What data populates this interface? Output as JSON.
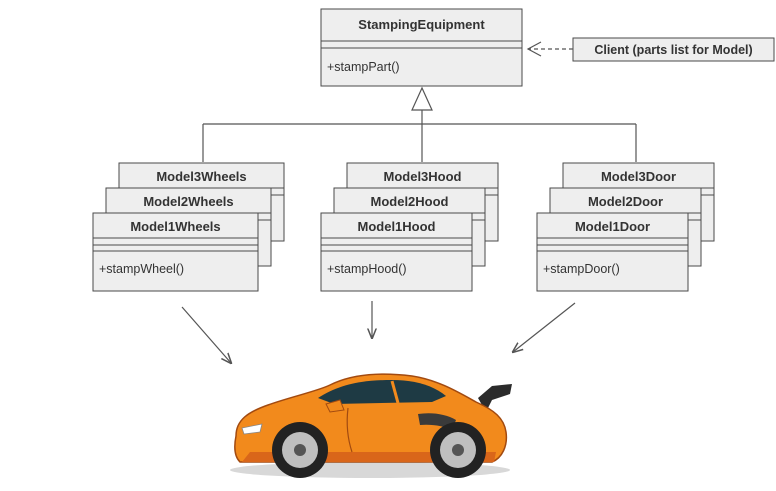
{
  "colors": {
    "box_fill": "#eeeeee",
    "box_stroke": "#4a4a4a",
    "text": "#333333",
    "car_body": "#f28a1c",
    "car_body_dark": "#d9661a",
    "window": "#1e3a44"
  },
  "base_class": {
    "name": "StampingEquipment",
    "operation": "+stampPart()"
  },
  "client": {
    "label": "Client (parts list for Model)"
  },
  "families": [
    {
      "key": "wheels",
      "classes": [
        "Model3Wheels",
        "Model2Wheels",
        "Model1Wheels"
      ],
      "operation": "+stampWheel()"
    },
    {
      "key": "hood",
      "classes": [
        "Model3Hood",
        "Model2Hood",
        "Model1Hood"
      ],
      "operation": "+stampHood()"
    },
    {
      "key": "door",
      "classes": [
        "Model3Door",
        "Model2Door",
        "Model1Door"
      ],
      "operation": "+stampDoor()"
    }
  ],
  "product": {
    "icon": "sports-car-icon"
  }
}
